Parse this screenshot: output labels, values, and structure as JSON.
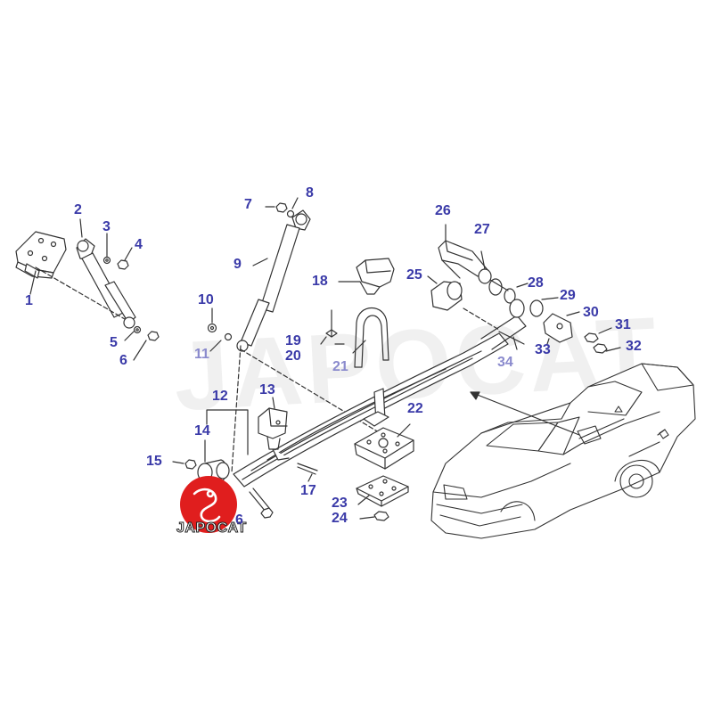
{
  "diagram": {
    "watermark": "JAPOCAT",
    "logo_text": "JAPOCAT",
    "colors": {
      "label_blue": "#3a3aa8",
      "label_faded": "#8a8acd",
      "line": "#333333",
      "logo_red": "#e01e1e"
    },
    "callouts": [
      {
        "id": "1",
        "text": "1"
      },
      {
        "id": "2",
        "text": "2"
      },
      {
        "id": "3",
        "text": "3"
      },
      {
        "id": "4",
        "text": "4"
      },
      {
        "id": "5",
        "text": "5"
      },
      {
        "id": "6",
        "text": "6"
      },
      {
        "id": "7",
        "text": "7"
      },
      {
        "id": "8",
        "text": "8"
      },
      {
        "id": "9",
        "text": "9"
      },
      {
        "id": "10",
        "text": "10"
      },
      {
        "id": "11",
        "text": "11"
      },
      {
        "id": "12",
        "text": "12"
      },
      {
        "id": "13",
        "text": "13"
      },
      {
        "id": "14",
        "text": "14"
      },
      {
        "id": "15",
        "text": "15"
      },
      {
        "id": "16",
        "text": "6"
      },
      {
        "id": "17",
        "text": "17"
      },
      {
        "id": "18",
        "text": "18"
      },
      {
        "id": "19",
        "text": "19"
      },
      {
        "id": "20",
        "text": "20"
      },
      {
        "id": "21",
        "text": "21"
      },
      {
        "id": "22",
        "text": "22"
      },
      {
        "id": "23",
        "text": "23"
      },
      {
        "id": "24",
        "text": "24"
      },
      {
        "id": "25",
        "text": "25"
      },
      {
        "id": "26",
        "text": "26"
      },
      {
        "id": "27",
        "text": "27"
      },
      {
        "id": "28",
        "text": "28"
      },
      {
        "id": "29",
        "text": "29"
      },
      {
        "id": "30",
        "text": "30"
      },
      {
        "id": "31",
        "text": "31"
      },
      {
        "id": "32",
        "text": "32"
      },
      {
        "id": "33",
        "text": "33"
      },
      {
        "id": "34",
        "text": "34"
      }
    ]
  }
}
